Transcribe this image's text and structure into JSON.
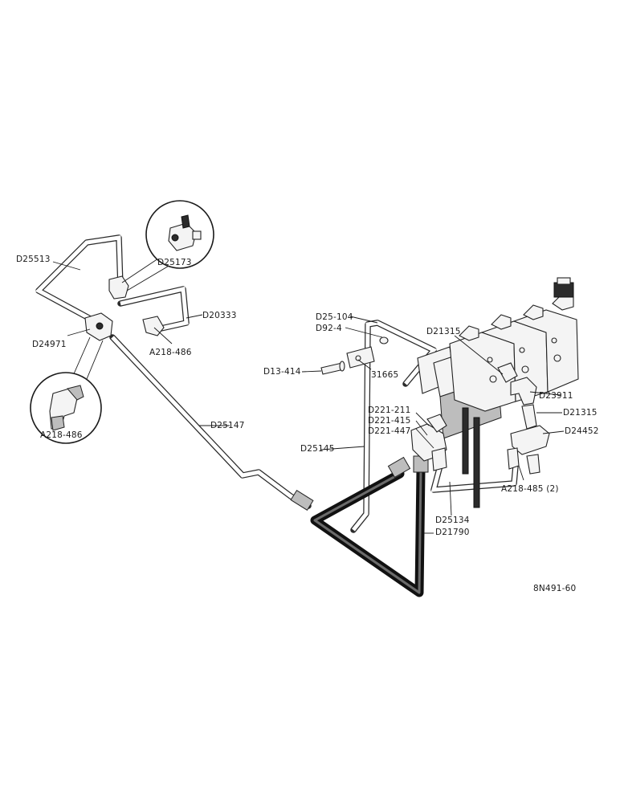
{
  "labels": {
    "d25513": "D25513",
    "d25173": "D25173",
    "d20333": "D20333",
    "d24971": "D24971",
    "a218_486_top": "A218-486",
    "a218_486_callout": "A218-486",
    "d25147": "D25147",
    "d25_104": "D25-104",
    "d92_4": "D92-4",
    "d13_414": "D13-414",
    "p31665": "31665",
    "d21315_top": "D21315",
    "d23911": "D23911",
    "d21315_right": "D21315",
    "d24452": "D24452",
    "d221_211": "D221-211",
    "d221_415": "D221-415",
    "d221_447": "D221-447",
    "d25145": "D25145",
    "a218_485": "A218-485 (2)",
    "d25134": "D25134",
    "d21790": "D21790",
    "drawing_no": "8N491-60"
  }
}
